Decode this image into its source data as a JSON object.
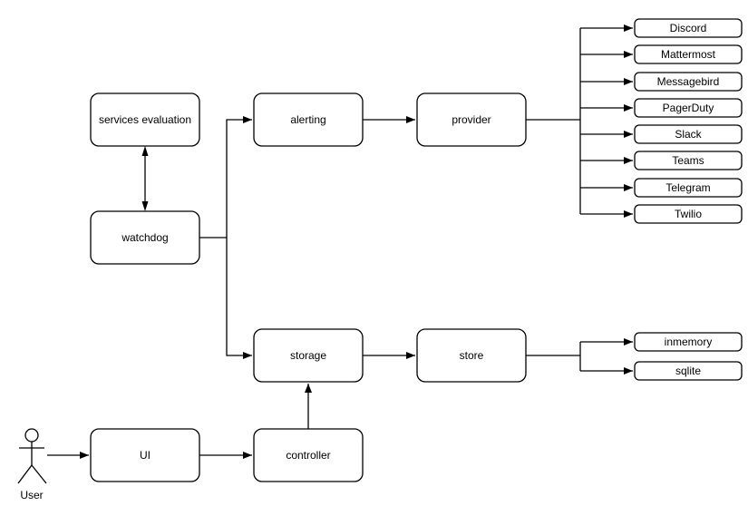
{
  "diagram": {
    "colors": {
      "background": "#ffffff",
      "node_fill": "#ffffff",
      "stroke": "#000000",
      "text": "#000000"
    },
    "nodes": {
      "services_evaluation": "services evaluation",
      "watchdog": "watchdog",
      "alerting": "alerting",
      "provider": "provider",
      "storage": "storage",
      "store": "store",
      "ui": "UI",
      "controller": "controller"
    },
    "actor": "User",
    "providers": [
      "Discord",
      "Mattermost",
      "Messagebird",
      "PagerDuty",
      "Slack",
      "Teams",
      "Telegram",
      "Twilio"
    ],
    "stores": [
      "inmemory",
      "sqlite"
    ],
    "edges": [
      {
        "from": "services evaluation",
        "to": "watchdog",
        "bidirectional": true
      },
      {
        "from": "watchdog",
        "to": "alerting"
      },
      {
        "from": "watchdog",
        "to": "storage"
      },
      {
        "from": "alerting",
        "to": "provider"
      },
      {
        "from": "provider",
        "to": "Discord"
      },
      {
        "from": "provider",
        "to": "Mattermost"
      },
      {
        "from": "provider",
        "to": "Messagebird"
      },
      {
        "from": "provider",
        "to": "PagerDuty"
      },
      {
        "from": "provider",
        "to": "Slack"
      },
      {
        "from": "provider",
        "to": "Teams"
      },
      {
        "from": "provider",
        "to": "Telegram"
      },
      {
        "from": "provider",
        "to": "Twilio"
      },
      {
        "from": "storage",
        "to": "store"
      },
      {
        "from": "store",
        "to": "inmemory"
      },
      {
        "from": "store",
        "to": "sqlite"
      },
      {
        "from": "User",
        "to": "UI"
      },
      {
        "from": "UI",
        "to": "controller"
      },
      {
        "from": "controller",
        "to": "storage"
      }
    ]
  }
}
